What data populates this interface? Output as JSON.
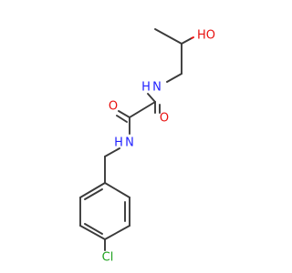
{
  "molecule": {
    "atoms": {
      "oh": {
        "label": "HO",
        "color": "#e8100f"
      },
      "n_top": {
        "label": "N",
        "color": "#2222ff"
      },
      "h_top": {
        "label": "H",
        "color": "#2222ff"
      },
      "o_left": {
        "label": "O",
        "color": "#e8100f"
      },
      "o_right": {
        "label": "O",
        "color": "#e8100f"
      },
      "n_mid": {
        "label": "N",
        "color": "#2222ff"
      },
      "h_mid": {
        "label": "H",
        "color": "#2222ff"
      },
      "cl": {
        "label": "Cl",
        "color": "#1fa21f"
      }
    }
  }
}
